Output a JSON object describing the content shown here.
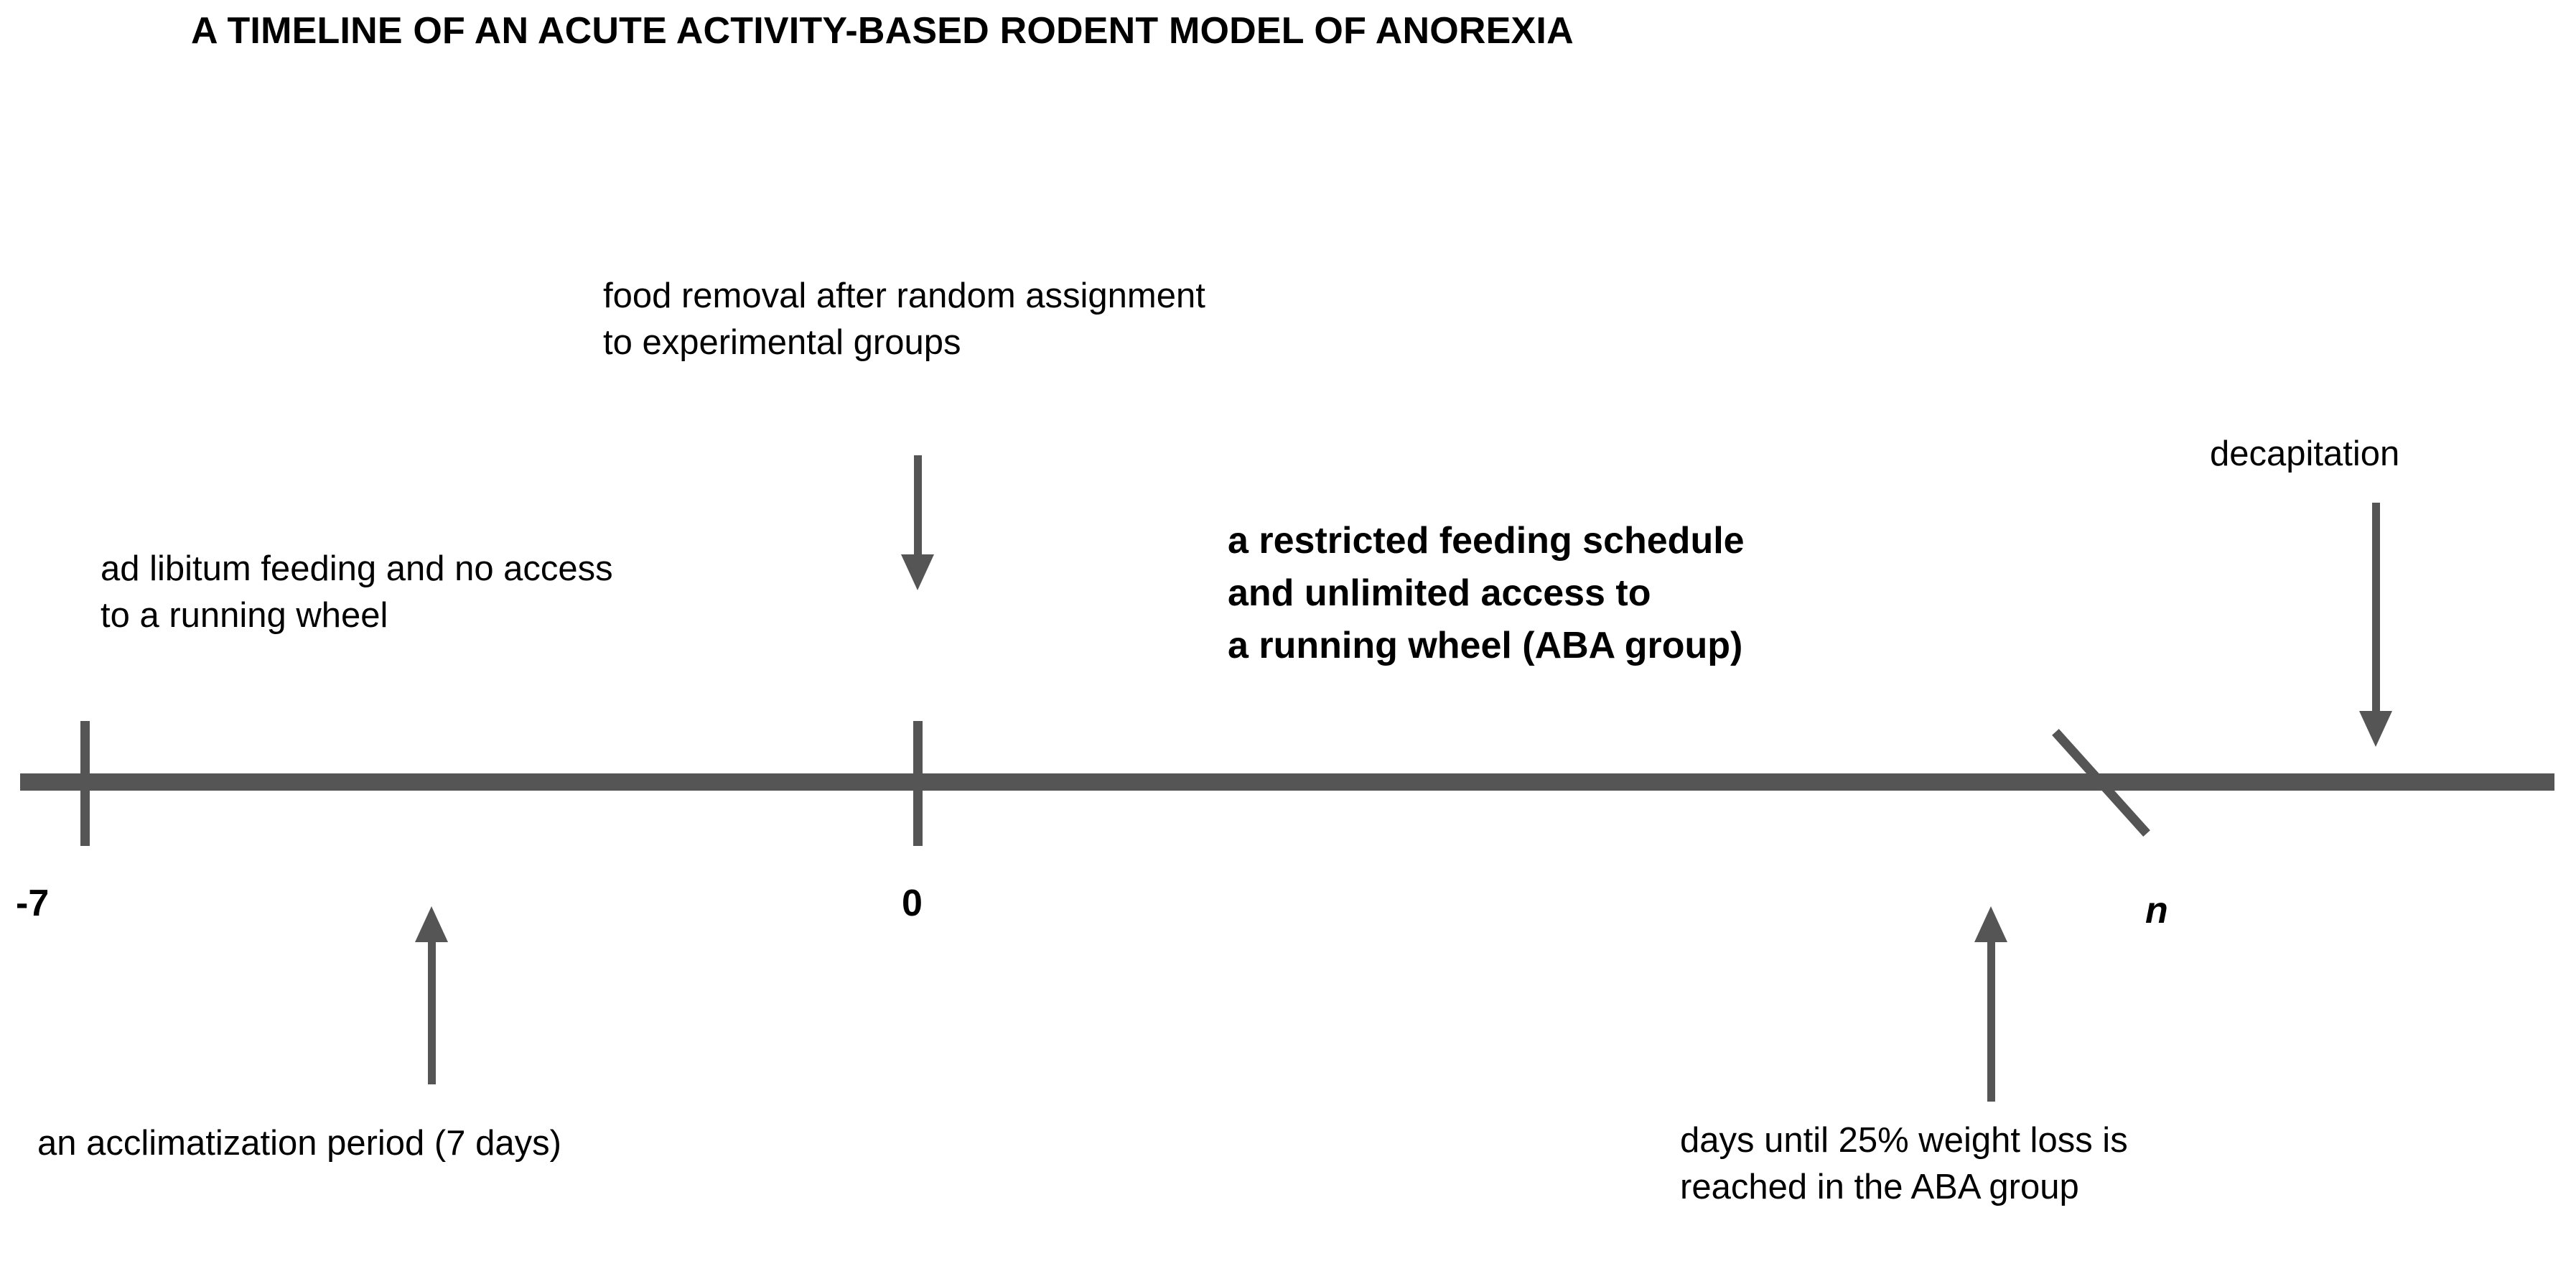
{
  "title": "A TIMELINE OF AN ACUTE ACTIVITY-BASED RODENT MODEL OF ANOREXIA",
  "colors": {
    "line": "#555555",
    "text": "#000000",
    "background": "#ffffff"
  },
  "axis": {
    "labels": [
      {
        "name": "start",
        "text": "-7",
        "style": "bold"
      },
      {
        "name": "baseline",
        "text": "0",
        "style": "bold"
      },
      {
        "name": "endpoint",
        "text": "n",
        "style": "bold-italic"
      }
    ]
  },
  "annotations": {
    "food_removal": {
      "lines": [
        "food removal after random assignment",
        "to experimental groups"
      ],
      "emphasis": "normal",
      "arrow": "down"
    },
    "ad_libitum": {
      "lines": [
        "ad libitum feeding and no access",
        "to a running wheel"
      ],
      "emphasis": "normal",
      "arrow": "none"
    },
    "restricted_feeding": {
      "lines": [
        "a restricted feeding schedule",
        "and unlimited access to",
        "a running wheel (ABA group)"
      ],
      "emphasis": "bold",
      "arrow": "none"
    },
    "decapitation": {
      "lines": [
        "decapitation"
      ],
      "emphasis": "normal",
      "arrow": "down"
    },
    "acclimatization": {
      "lines": [
        "an acclimatization period (7 days)"
      ],
      "emphasis": "normal",
      "arrow": "up"
    },
    "weight_loss": {
      "lines": [
        "days until 25% weight loss is",
        "reached in the ABA group"
      ],
      "emphasis": "normal",
      "arrow": "up"
    }
  }
}
